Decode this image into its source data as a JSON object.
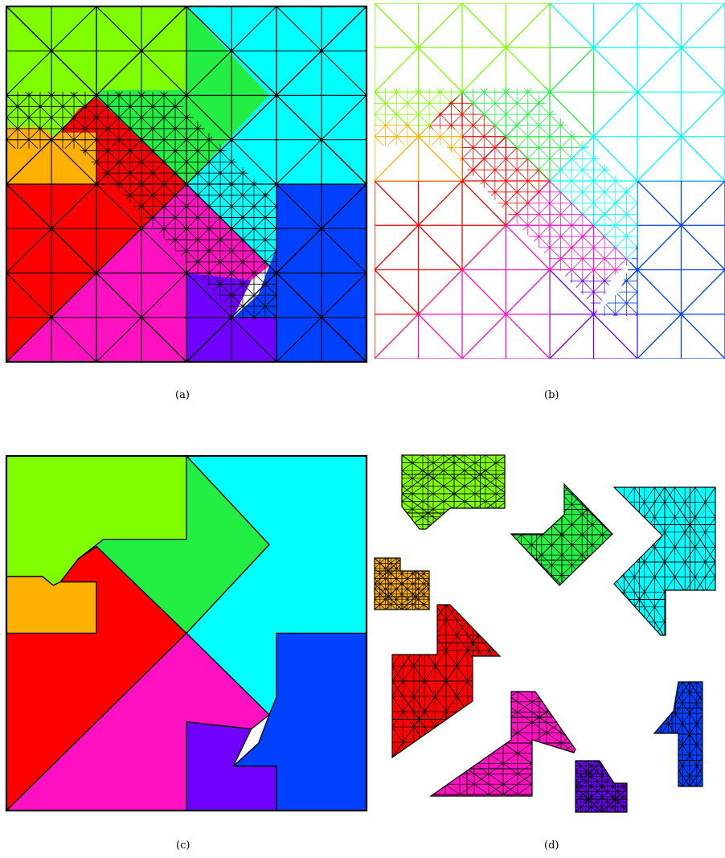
{
  "captions": {
    "a": "(a)",
    "b": "(b)",
    "c": "(c)",
    "d": "(d)"
  },
  "colors": {
    "lime": "#80ff00",
    "green": "#22ee44",
    "cyan": "#00ffff",
    "orange": "#ffb000",
    "red": "#ff0000",
    "magenta": "#ff10c0",
    "blue": "#0040ff",
    "violet": "#7000ff",
    "mesh": "#000000"
  },
  "partitions": [
    "lime",
    "green",
    "cyan",
    "orange",
    "red",
    "magenta",
    "blue",
    "violet"
  ]
}
